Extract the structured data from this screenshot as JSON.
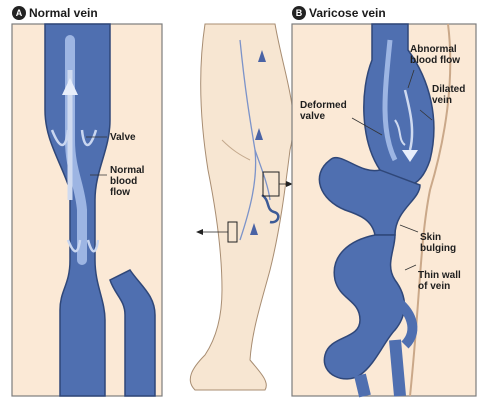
{
  "panel_a": {
    "badge": "A",
    "title": "Normal vein"
  },
  "panel_b": {
    "badge": "B",
    "title": "Varicose vein"
  },
  "labels": {
    "valve": "Valve",
    "normal_flow": [
      "Normal",
      "blood",
      "flow"
    ],
    "deformed_valve": [
      "Deformed",
      "valve"
    ],
    "abnormal_flow": [
      "Abnormal",
      "blood flow"
    ],
    "dilated_vein": [
      "Dilated",
      "vein"
    ],
    "skin_bulging": [
      "Skin",
      "bulging"
    ],
    "thin_wall": [
      "Thin wall",
      "of vein"
    ]
  },
  "colors": {
    "vein_dark": "#3c5a96",
    "vein_mid": "#5a7cbf",
    "vein_light": "#9db5e3",
    "skin": "#f6e5cf",
    "skin_shade": "#e8cfb0"
  }
}
